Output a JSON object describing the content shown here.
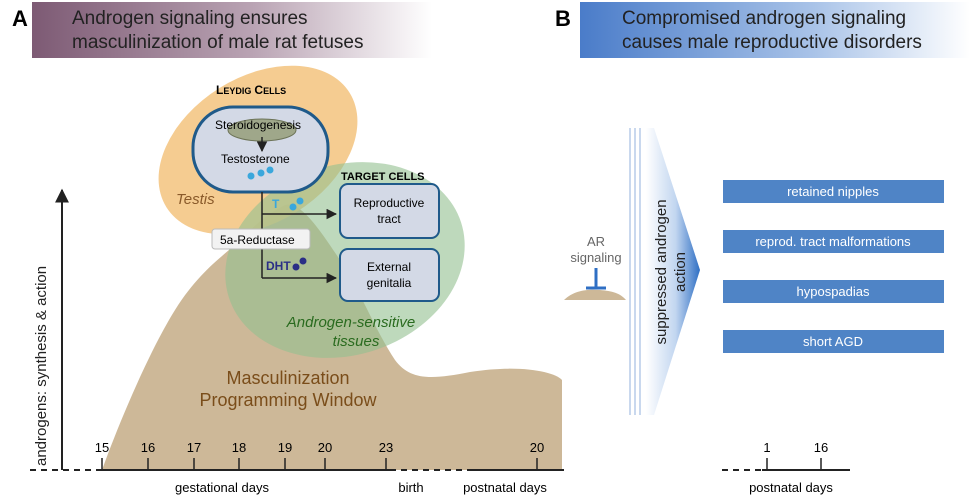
{
  "panel_a": {
    "letter": "A",
    "header_line1": "Androgen signaling ensures",
    "header_line2": "masculinization of male rat fetuses",
    "leydig_label_cap1": "L",
    "leydig_label_rest1": "EYDIG",
    "leydig_label_cap2": "C",
    "leydig_label_rest2": "ELLS",
    "steroidogenesis": "Steroidogenesis",
    "testosterone": "Testosterone",
    "testis": "Testis",
    "target_cells": "TARGET  CELLS",
    "t_label": "T",
    "reductase": "5a-Reductase",
    "dht_label": "DHT",
    "box_reproductive_line1": "Reproductive",
    "box_reproductive_line2": "tract",
    "box_external_line1": "External",
    "box_external_line2": "genitalia",
    "androgen_sensitive_line1": "Androgen-sensitive",
    "androgen_sensitive_line2": "tissues",
    "window_line1": "Masculinization",
    "window_line2": "Programming Window",
    "y_axis_label": "androgens: synthesis & action",
    "ticks": [
      "15",
      "16",
      "17",
      "18",
      "19",
      "20",
      "23",
      "20"
    ],
    "x_label_gestational": "gestational days",
    "x_label_birth": "birth",
    "x_label_postnatal": "postnatal days"
  },
  "panel_b": {
    "letter": "B",
    "header_line1": "Compromised androgen signaling",
    "header_line2": "causes male reproductive disorders",
    "ar_line1": "AR",
    "ar_line2": "signaling",
    "arrow_line1": "suppressed androgen",
    "arrow_line2": "action",
    "disorders": [
      "retained nipples",
      "reprod. tract malformations",
      "hypospadias",
      "short AGD"
    ],
    "ticks": [
      "1",
      "16"
    ],
    "x_label": "postnatal days"
  },
  "colors": {
    "header_a": "#8a6a82",
    "header_b": "#4a7cc9",
    "testis": "#f2c27e",
    "target": "#9ec79a",
    "window": "#cdb898",
    "leydig_box": "#d3d9e6",
    "leydig_border": "#1f5a8a",
    "dot_t": "#3aa7dc",
    "dot_dht": "#2a2e86",
    "disorder_box": "#4f84c6"
  }
}
